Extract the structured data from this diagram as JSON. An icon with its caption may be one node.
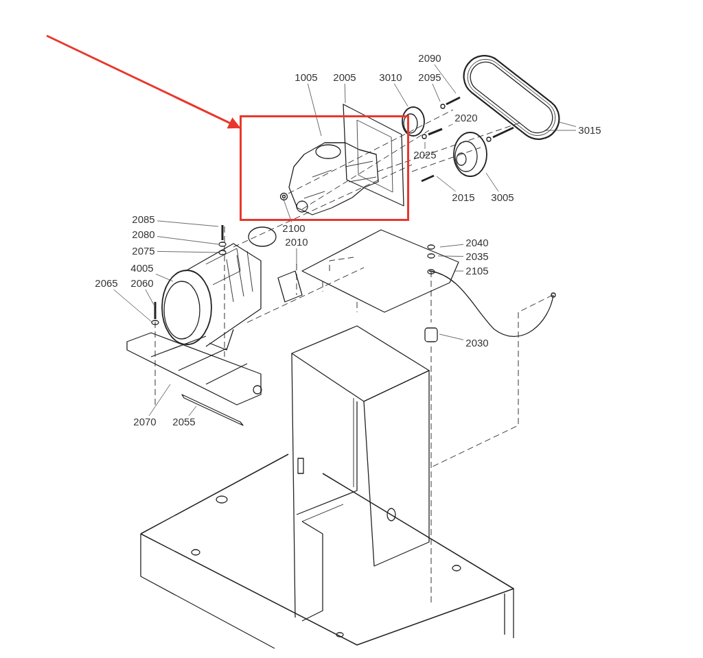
{
  "diagram": {
    "nodes": [
      {
        "text": [
          "2090"
        ]
      },
      {
        "text": [
          "1005"
        ]
      },
      {
        "text": [
          "2005"
        ]
      },
      {
        "text": [
          "3010"
        ]
      },
      {
        "text": [
          "2095"
        ]
      },
      {
        "text": [
          "2020"
        ]
      },
      {
        "text": [
          "3015"
        ]
      },
      {
        "text": [
          "2025"
        ]
      },
      {
        "text": [
          "2015"
        ]
      },
      {
        "text": [
          "3005"
        ]
      },
      {
        "text": [
          "2085"
        ]
      },
      {
        "text": [
          "2100"
        ]
      },
      {
        "text": [
          "2080"
        ]
      },
      {
        "text": [
          "2040"
        ]
      },
      {
        "text": [
          "2010"
        ]
      },
      {
        "text": [
          "2075"
        ]
      },
      {
        "text": [
          "2035"
        ]
      },
      {
        "text": [
          "4005"
        ]
      },
      {
        "text": [
          "2105"
        ]
      },
      {
        "text": [
          "2065"
        ]
      },
      {
        "text": [
          "2060"
        ]
      },
      {
        "text": [
          "2030"
        ]
      },
      {
        "text": [
          "2070"
        ]
      },
      {
        "text": [
          "2055"
        ]
      },
      {
        "text": [],
        "shape": "box"
      },
      {
        "text": [],
        "shape": "picture",
        "in": 24
      },
      {
        "text": [],
        "shape": "picture",
        "in": 24
      }
    ],
    "edges": [
      {
        "from": 0,
        "to": null,
        "arrow": "none"
      },
      {
        "from": 1,
        "to": 25,
        "arrow": "none"
      },
      {
        "from": 2,
        "to": null,
        "arrow": "none"
      },
      {
        "from": 3,
        "to": null,
        "arrow": "none"
      },
      {
        "from": 4,
        "to": null,
        "arrow": "none"
      },
      {
        "from": 5,
        "to": null,
        "arrow": "none"
      },
      {
        "from": 6,
        "to": null,
        "arrow": "none"
      },
      {
        "from": 6,
        "to": null,
        "arrow": "none"
      },
      {
        "from": 7,
        "to": null,
        "arrow": "none"
      },
      {
        "from": 8,
        "to": null,
        "arrow": "none"
      },
      {
        "from": 9,
        "to": null,
        "arrow": "none"
      },
      {
        "from": 10,
        "to": null,
        "arrow": "none"
      },
      {
        "from": 11,
        "to": 26,
        "arrow": "none"
      },
      {
        "from": 12,
        "to": null,
        "arrow": "none"
      },
      {
        "from": 13,
        "to": null,
        "arrow": "none"
      },
      {
        "from": 14,
        "to": null,
        "arrow": "none"
      },
      {
        "from": 15,
        "to": null,
        "arrow": "none"
      },
      {
        "from": 16,
        "to": null,
        "arrow": "none"
      },
      {
        "from": 17,
        "to": null,
        "arrow": "none"
      },
      {
        "from": 18,
        "to": null,
        "arrow": "none"
      },
      {
        "from": 19,
        "to": null,
        "arrow": "none"
      },
      {
        "from": 20,
        "to": null,
        "arrow": "none"
      },
      {
        "from": 21,
        "to": null,
        "arrow": "none"
      },
      {
        "from": 22,
        "to": null,
        "arrow": "none"
      },
      {
        "from": 23,
        "to": null,
        "arrow": "none"
      },
      {
        "from": null,
        "to": 24,
        "arrow": "to",
        "style": "thick",
        "color": "#e8372c"
      }
    ]
  }
}
